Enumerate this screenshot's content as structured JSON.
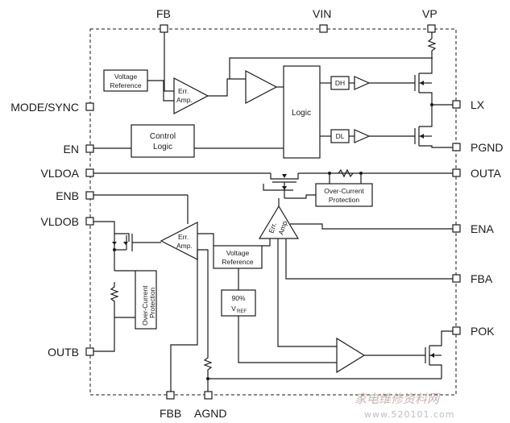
{
  "pins": {
    "fb": "FB",
    "vin": "VIN",
    "vp": "VP",
    "mode_sync": "MODE/SYNC",
    "en": "EN",
    "vldoa": "VLDOA",
    "enb": "ENB",
    "vldob": "VLDOB",
    "outb": "OUTB",
    "fbb": "FBB",
    "agnd": "AGND",
    "lx": "LX",
    "pgnd": "PGND",
    "outa": "OUTA",
    "ena": "ENA",
    "fba": "FBA",
    "pok": "POK"
  },
  "blocks": {
    "vref_top_1": "Voltage",
    "vref_top_2": "Reference",
    "err_amp_1": "Err.",
    "err_amp_2": "Amp.",
    "logic": "Logic",
    "control_logic_1": "Control",
    "control_logic_2": "Logic",
    "dh": "DH",
    "dl": "DL",
    "ocp_a_1": "Over-Current",
    "ocp_a_2": "Protection",
    "ocp_b_1": "Over-Current",
    "ocp_b_2": "Protection",
    "vref_mid_1": "Voltage",
    "vref_mid_2": "Reference",
    "pct_1": "90%",
    "pct_2": "V",
    "pct_sub": "REF"
  },
  "watermark": {
    "cn": "家电维修资料网",
    "url": "www.520101.com"
  }
}
